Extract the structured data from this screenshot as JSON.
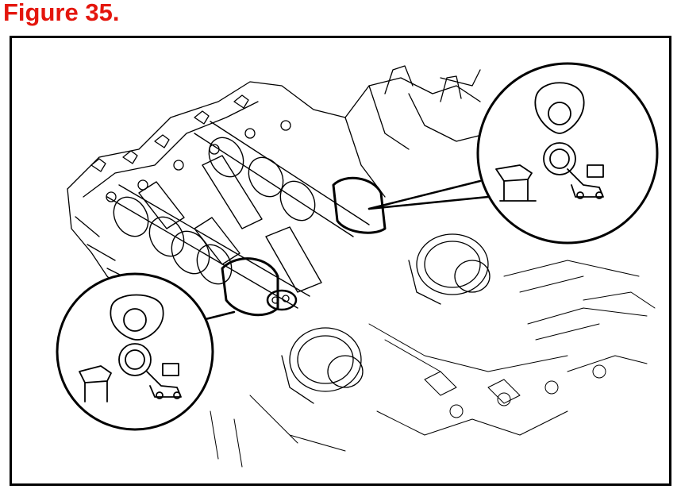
{
  "figure": {
    "title": "Figure 35.",
    "title_color": "#e4160d"
  },
  "illustration": {
    "subject-icon": "engine-camshaft-icon",
    "callouts": [
      "callout-upper-right",
      "callout-lower-left"
    ],
    "line_color": "#000000"
  }
}
